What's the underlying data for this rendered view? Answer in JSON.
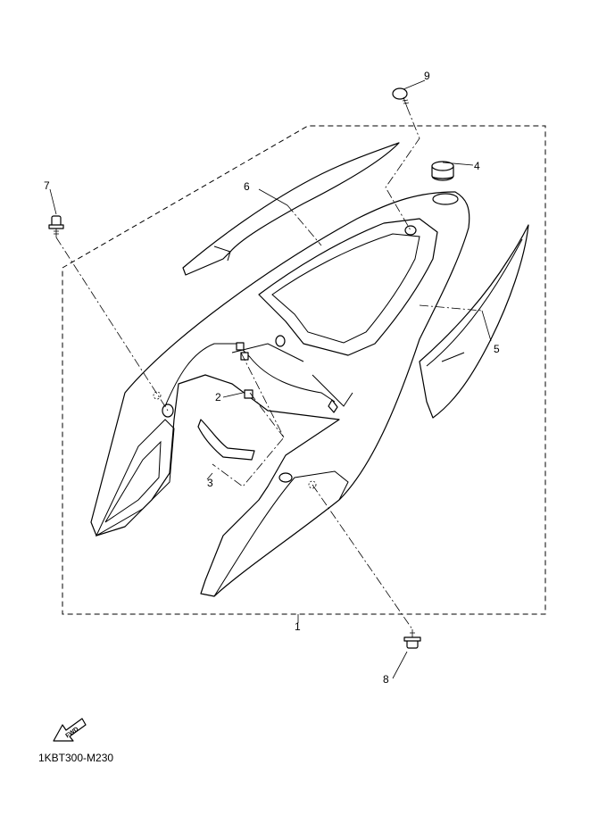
{
  "diagram": {
    "callouts": [
      {
        "id": "c1",
        "label": "1"
      },
      {
        "id": "c2",
        "label": "2"
      },
      {
        "id": "c3",
        "label": "3"
      },
      {
        "id": "c4",
        "label": "4"
      },
      {
        "id": "c5",
        "label": "5"
      },
      {
        "id": "c6",
        "label": "6"
      },
      {
        "id": "c7",
        "label": "7"
      },
      {
        "id": "c8",
        "label": "8"
      },
      {
        "id": "c9",
        "label": "9"
      }
    ],
    "fwd_label": "FWD",
    "drawing_code": "1KBT300-M230"
  }
}
